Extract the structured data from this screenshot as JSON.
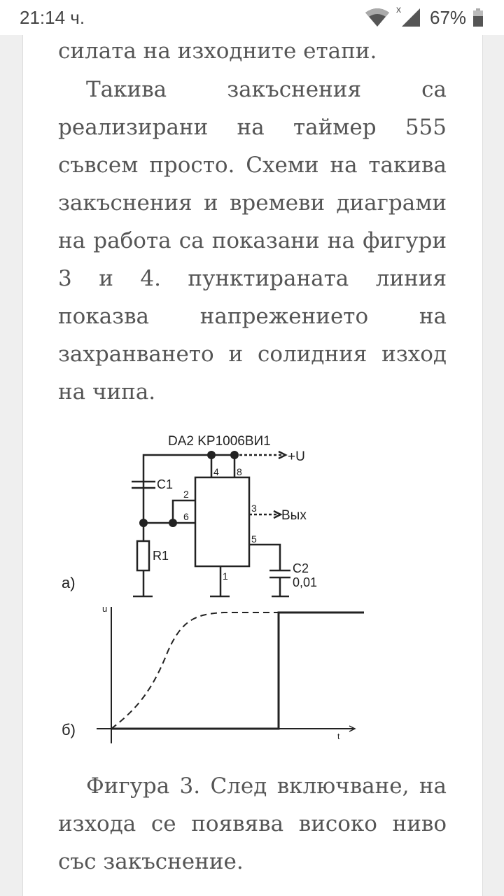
{
  "status_bar": {
    "time": "21:14 ч.",
    "battery": "67%",
    "icons": [
      "wifi-icon",
      "signal-icon",
      "battery-icon"
    ]
  },
  "article": {
    "fragment": "силата на изходните етапи.",
    "paragraph": "Такива закъснения са реализирани на таймер 555 съвсем просто. Схеми на такива закъснения и времеви диаграми на работа са показани на фигури 3 и 4. пунктираната линия показва напрежението на захранването и солидния изход на чипа.",
    "figure": {
      "chip_label": "DA2 KP1006ВИ1",
      "supply": "+U",
      "output": "Вых",
      "c1": "C1",
      "r1": "R1",
      "c2": "C2",
      "c2_value": "0,01",
      "pins": [
        "4",
        "8",
        "2",
        "6",
        "3",
        "5",
        "1"
      ],
      "part_a": "а)",
      "part_b": "б)",
      "axis_u": "u",
      "axis_t": "t"
    },
    "caption": "Фигура 3. След включване, на изхода се появява високо ниво със закъснение."
  }
}
